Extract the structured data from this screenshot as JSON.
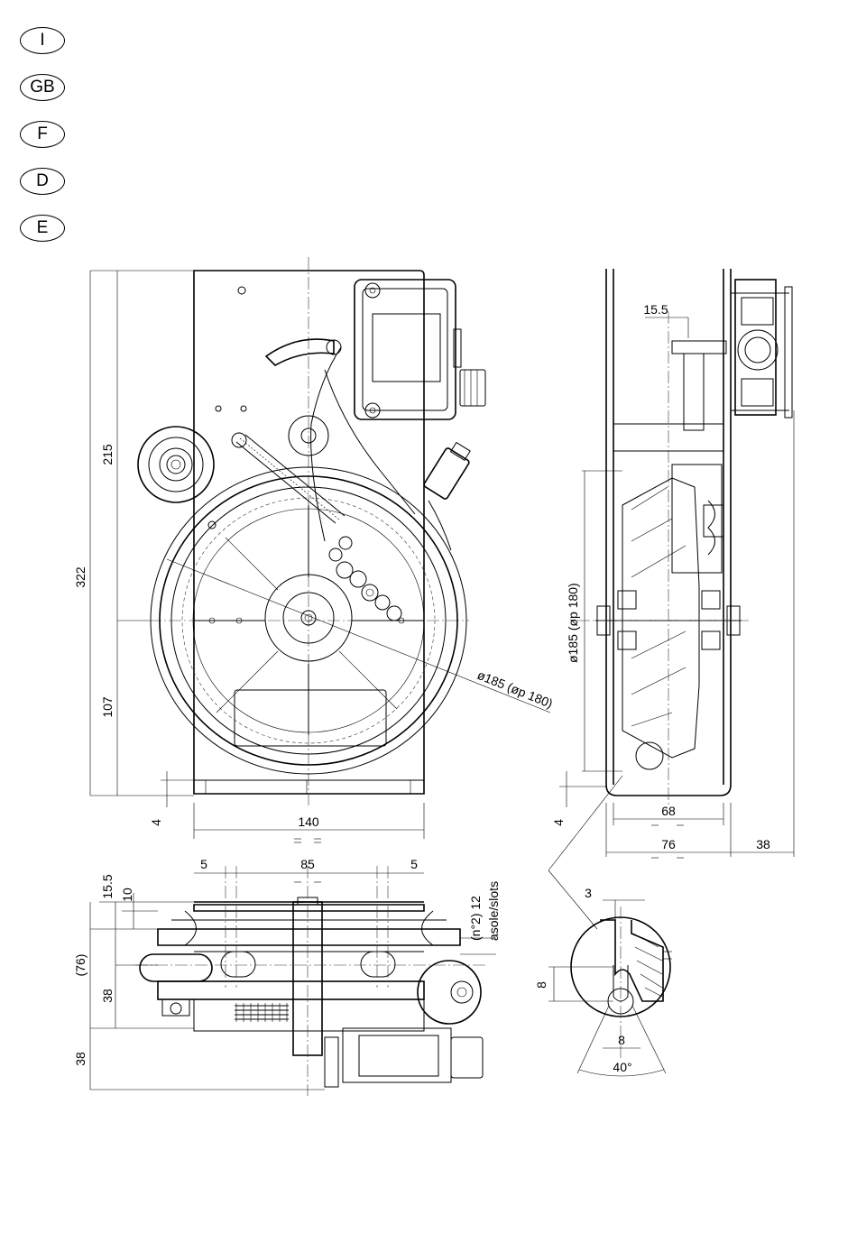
{
  "languages": [
    {
      "code": "I"
    },
    {
      "code": "GB"
    },
    {
      "code": "F"
    },
    {
      "code": "D"
    },
    {
      "code": "E"
    }
  ],
  "front_view": {
    "dim_height_upper": "215",
    "dim_height_total": "322",
    "dim_height_lower": "107",
    "dim_base": "4",
    "dim_width": "140",
    "dim_pulley": "ø185 (øp 180)"
  },
  "side_view": {
    "dim_top_offset": "15.5",
    "dim_pulley": "ø185 (øp 180)",
    "dim_base": "4",
    "dim_inner": "68",
    "dim_outer": "76",
    "dim_bracket": "38"
  },
  "bottom_view": {
    "dim_left_offset": "5",
    "dim_center": "85",
    "dim_right_offset": "5",
    "dim_top": "15.5",
    "dim_groove": "10",
    "dim_height_paren": "(76)",
    "dim_mid": "38",
    "dim_lower": "38",
    "slot_note_line1": "(n°2) 12",
    "slot_note_line2": "asole/slots"
  },
  "detail_view": {
    "dim_top": "3",
    "dim_side": "8",
    "dim_bottom": "8",
    "dim_angle": "40°"
  }
}
